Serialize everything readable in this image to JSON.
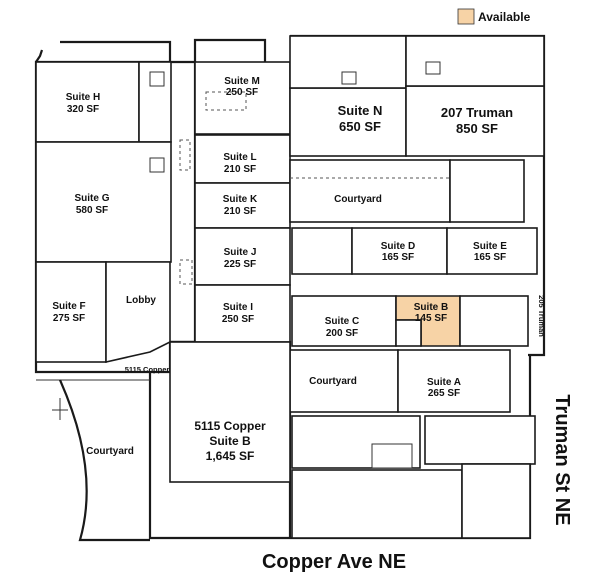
{
  "legend": {
    "label": "Available",
    "color": "#f7d3a6"
  },
  "colors": {
    "available": "#f7d3a6",
    "walls": "#1a1a1a"
  },
  "streets": {
    "south": "Copper Ave NE",
    "east": "Truman St NE",
    "east_address": "205 Truman",
    "copper_address": "5115 Copper"
  },
  "suites": {
    "h": {
      "name": "Suite H",
      "sf": "320 SF"
    },
    "m": {
      "name": "Suite M",
      "sf": "250 SF"
    },
    "n": {
      "name": "Suite N",
      "sf": "650 SF"
    },
    "truman207": {
      "name": "207 Truman",
      "sf": "850 SF"
    },
    "g": {
      "name": "Suite G",
      "sf": "580 SF"
    },
    "l": {
      "name": "Suite L",
      "sf": "210 SF"
    },
    "k": {
      "name": "Suite K",
      "sf": "210 SF"
    },
    "j": {
      "name": "Suite J",
      "sf": "225 SF"
    },
    "i": {
      "name": "Suite I",
      "sf": "250 SF"
    },
    "f": {
      "name": "Suite F",
      "sf": "275 SF"
    },
    "d": {
      "name": "Suite D",
      "sf": "165 SF"
    },
    "e": {
      "name": "Suite E",
      "sf": "165 SF"
    },
    "c": {
      "name": "Suite C",
      "sf": "200 SF"
    },
    "b": {
      "name": "Suite B",
      "sf": "145 SF",
      "available": true
    },
    "a": {
      "name": "Suite A",
      "sf": "265 SF"
    },
    "copper5115": {
      "line1": "5115 Copper",
      "line2": "Suite B",
      "sf": "1,645 SF"
    }
  },
  "areas": {
    "lobby": "Lobby",
    "courtyard": "Courtyard"
  }
}
